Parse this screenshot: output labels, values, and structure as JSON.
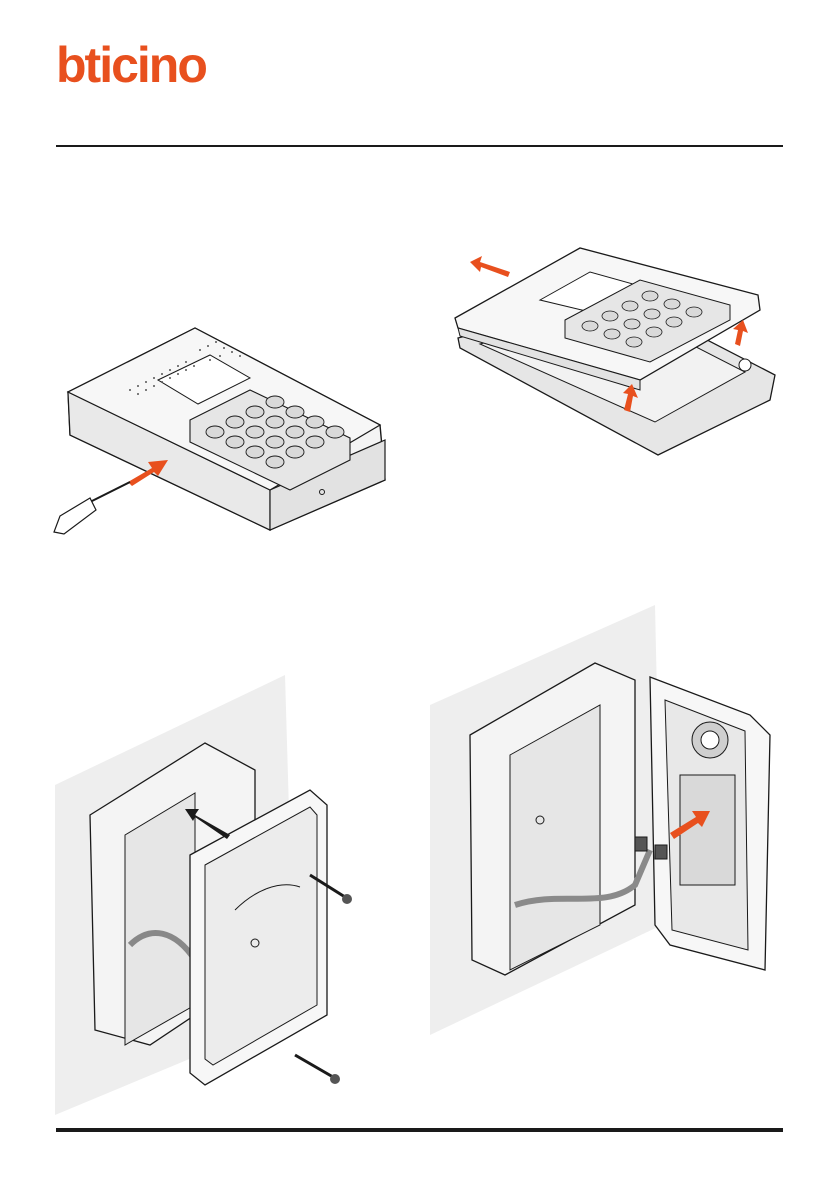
{
  "brand": {
    "name": "bticino",
    "color": "#e8501e"
  },
  "colors": {
    "accent_arrow": "#e8501e",
    "line": "#1a1a1a",
    "device_fill": "#f2f2f2",
    "wall_fill": "#eeeeee"
  },
  "figures": [
    {
      "id": "step-1",
      "icon": "screwdriver-icon"
    },
    {
      "id": "step-2",
      "icon": "lift-arrow-icon"
    },
    {
      "id": "step-3",
      "icon": "screw-icon"
    },
    {
      "id": "step-4",
      "icon": "connector-icon"
    }
  ]
}
